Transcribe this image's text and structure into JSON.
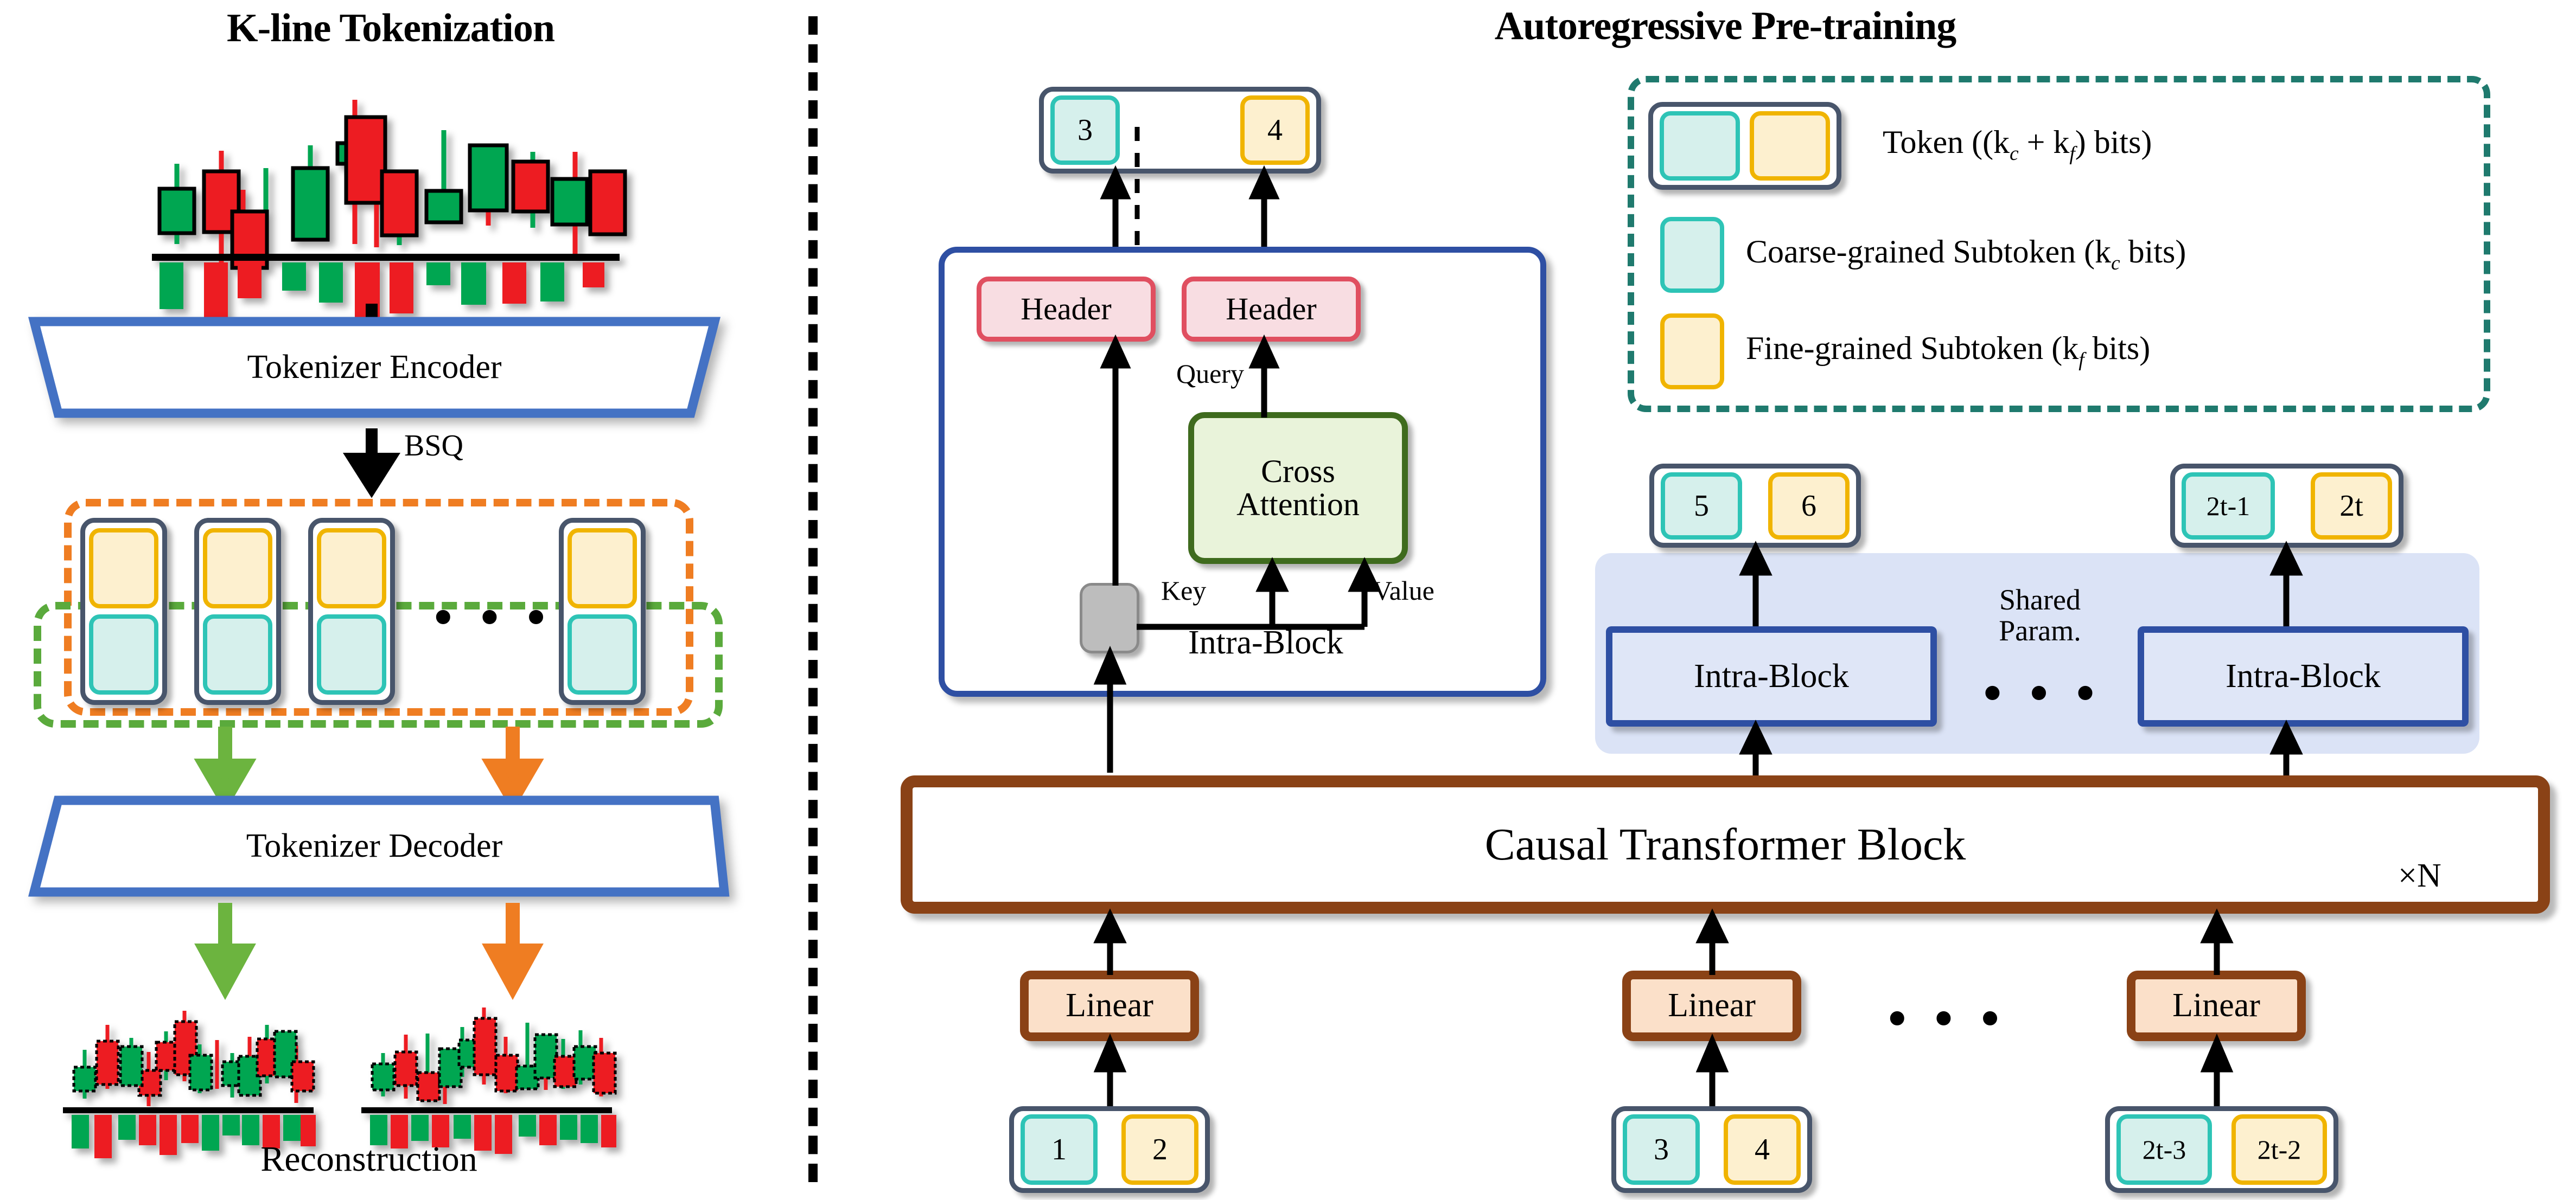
{
  "titles": {
    "left": "K-line Tokenization",
    "right": "Autoregressive Pre-training"
  },
  "left_panel": {
    "encoder_label": "Tokenizer Encoder",
    "decoder_label": "Tokenizer Decoder",
    "bsq_label": "BSQ",
    "reconstruction_label": "Reconstruction",
    "ellipsis": "• • •",
    "colors": {
      "trapezoid_border": "#4472c4",
      "coarse_fill": "#d6f0ec",
      "coarse_border": "#2ec4b6",
      "fine_fill": "#fdf0cf",
      "fine_border": "#f0b400",
      "token_border": "#48556b",
      "dashed_orange": "#ef7d22",
      "dashed_green": "#5aaa3c",
      "candle_up": "#00a651",
      "candle_down": "#ed1c24"
    }
  },
  "right_panel": {
    "output_token": {
      "coarse": "3",
      "fine": "4"
    },
    "headers": [
      "Header",
      "Header"
    ],
    "cross_attention": {
      "line1": "Cross",
      "line2": "Attention"
    },
    "edge_labels": {
      "query": "Query",
      "key": "Key",
      "value": "Value"
    },
    "intra_block_label": "Intra-Block",
    "shared_param_label_line1": "Shared",
    "shared_param_label_line2": "Param.",
    "ellipsis": "• • •",
    "causal_transformer_label": "Causal Transformer Block",
    "repeat_label": "×N",
    "linear_label": "Linear",
    "output_tokens_row": [
      {
        "coarse": "5",
        "fine": "6"
      },
      {
        "coarse": "2t-1",
        "fine": "2t"
      }
    ],
    "input_tokens_row": [
      {
        "coarse": "1",
        "fine": "2"
      },
      {
        "coarse": "3",
        "fine": "4"
      },
      {
        "coarse": "2t-3",
        "fine": "2t-2"
      }
    ],
    "colors": {
      "header_fill": "#f8dde2",
      "header_border": "#e04f60",
      "cross_fill": "#e9f3da",
      "cross_border": "#3f6b1e",
      "intra_border": "#2e4fa3",
      "intra_fill": "#dfe6f7",
      "shared_band": "#dbe3f6",
      "ctb_border": "#8a4216",
      "linear_fill": "#fbe0c9",
      "gray_node": "#bdbdbd"
    }
  },
  "legend": {
    "border_color": "#1f7a6e",
    "items": [
      {
        "swatch": "token",
        "text": "Token ((k",
        "sub1": "c",
        "mid": " + k",
        "sub2": "f",
        "tail": ") bits)"
      },
      {
        "swatch": "coarse",
        "text": "Coarse-grained Subtoken (k",
        "sub1": "c",
        "mid": "",
        "sub2": "",
        "tail": " bits)"
      },
      {
        "swatch": "fine",
        "text": "Fine-grained Subtoken (k",
        "sub1": "f",
        "mid": "",
        "sub2": "",
        "tail": " bits)"
      }
    ]
  },
  "chart_data": {
    "type": "candlestick",
    "title": "K-line Tokenization",
    "input_candles": [
      {
        "o": 55,
        "c": 32,
        "h": 22,
        "l": 68,
        "dir": "up"
      },
      {
        "o": 28,
        "c": 62,
        "h": 16,
        "l": 80,
        "dir": "down"
      },
      {
        "o": 58,
        "c": 82,
        "h": 52,
        "l": 92,
        "dir": "down"
      },
      {
        "o": 62,
        "c": 28,
        "h": 20,
        "l": 74,
        "dir": "up"
      },
      {
        "o": 40,
        "c": 32,
        "h": 12,
        "l": 52,
        "dir": "up"
      },
      {
        "o": 58,
        "c": 12,
        "h": 4,
        "l": 70,
        "dir": "down"
      },
      {
        "o": 34,
        "c": 62,
        "h": 26,
        "l": 74,
        "dir": "down"
      },
      {
        "o": 46,
        "c": 58,
        "h": 42,
        "l": 70,
        "dir": "up"
      },
      {
        "o": 20,
        "c": 44,
        "h": 12,
        "l": 58,
        "dir": "up"
      },
      {
        "o": 32,
        "c": 52,
        "h": 22,
        "l": 60,
        "dir": "down"
      },
      {
        "o": 40,
        "c": 56,
        "h": 30,
        "l": 64,
        "dir": "up"
      },
      {
        "o": 34,
        "c": 58,
        "h": 24,
        "l": 72,
        "dir": "down"
      }
    ],
    "input_volumes": [
      {
        "v": 42,
        "dir": "up"
      },
      {
        "v": 62,
        "dir": "down"
      },
      {
        "v": 34,
        "dir": "down"
      },
      {
        "v": 26,
        "dir": "up"
      },
      {
        "v": 38,
        "dir": "up"
      },
      {
        "v": 58,
        "dir": "down"
      },
      {
        "v": 46,
        "dir": "down"
      },
      {
        "v": 20,
        "dir": "up"
      },
      {
        "v": 40,
        "dir": "up"
      },
      {
        "v": 38,
        "dir": "down"
      },
      {
        "v": 36,
        "dir": "up"
      },
      {
        "v": 22,
        "dir": "down"
      }
    ]
  }
}
